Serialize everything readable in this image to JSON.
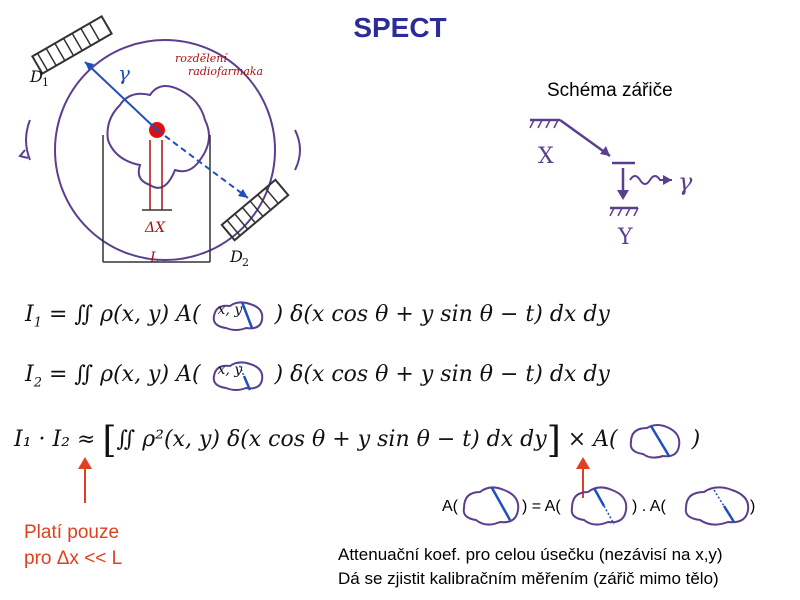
{
  "slide": {
    "title": "SPECT",
    "sketch": {
      "detector1": "D",
      "detector1_sub": "1",
      "detector2": "D",
      "detector2_sub": "2",
      "gamma": "γ",
      "source_label_line1": "rozdělení",
      "source_label_line2": "radiofarmaka",
      "delta_x": "ΔX",
      "length_L": "L"
    },
    "schema": {
      "title": "Schéma zářiče",
      "x_label": "X",
      "y_label": "Y",
      "gamma": "γ"
    },
    "equations": {
      "i1": {
        "lhs": "I",
        "lhs_sub": "1",
        "body": "= ∬ ρ(x, y) A(",
        "inset": "x, y",
        "tail": ") δ(x cos θ + y sin θ − t) dx dy"
      },
      "i2": {
        "lhs": "I",
        "lhs_sub": "2",
        "body": "= ∬ ρ(x, y) A(",
        "inset": "x, y",
        "tail": ") δ(x cos θ + y sin θ − t) dx dy"
      },
      "product": {
        "lhs": "I₁ · I₂ ≈",
        "bracket": "∬ ρ²(x, y) δ(x cos θ + y sin θ − t) dx dy",
        "times": "× A(",
        "close": ")"
      }
    },
    "note_red": {
      "line1": "Platí pouze",
      "line2": "pro Δx << L"
    },
    "attenuation_equation": {
      "a1": "A(",
      "close1": ") = A(",
      "close2": ") . A(",
      "close3": ")"
    },
    "note_bottom": {
      "line1": "Attenuační koef. pro celou úsečku (nezávisí na x,y)",
      "line2": "Dá se zjistit kalibračním měřením (zářič mimo tělo)"
    },
    "colors": {
      "title": "#2b2b99",
      "sketch_blue": "#1f4fbf",
      "purple": "#5b3f8f",
      "red": "#e04020"
    }
  }
}
